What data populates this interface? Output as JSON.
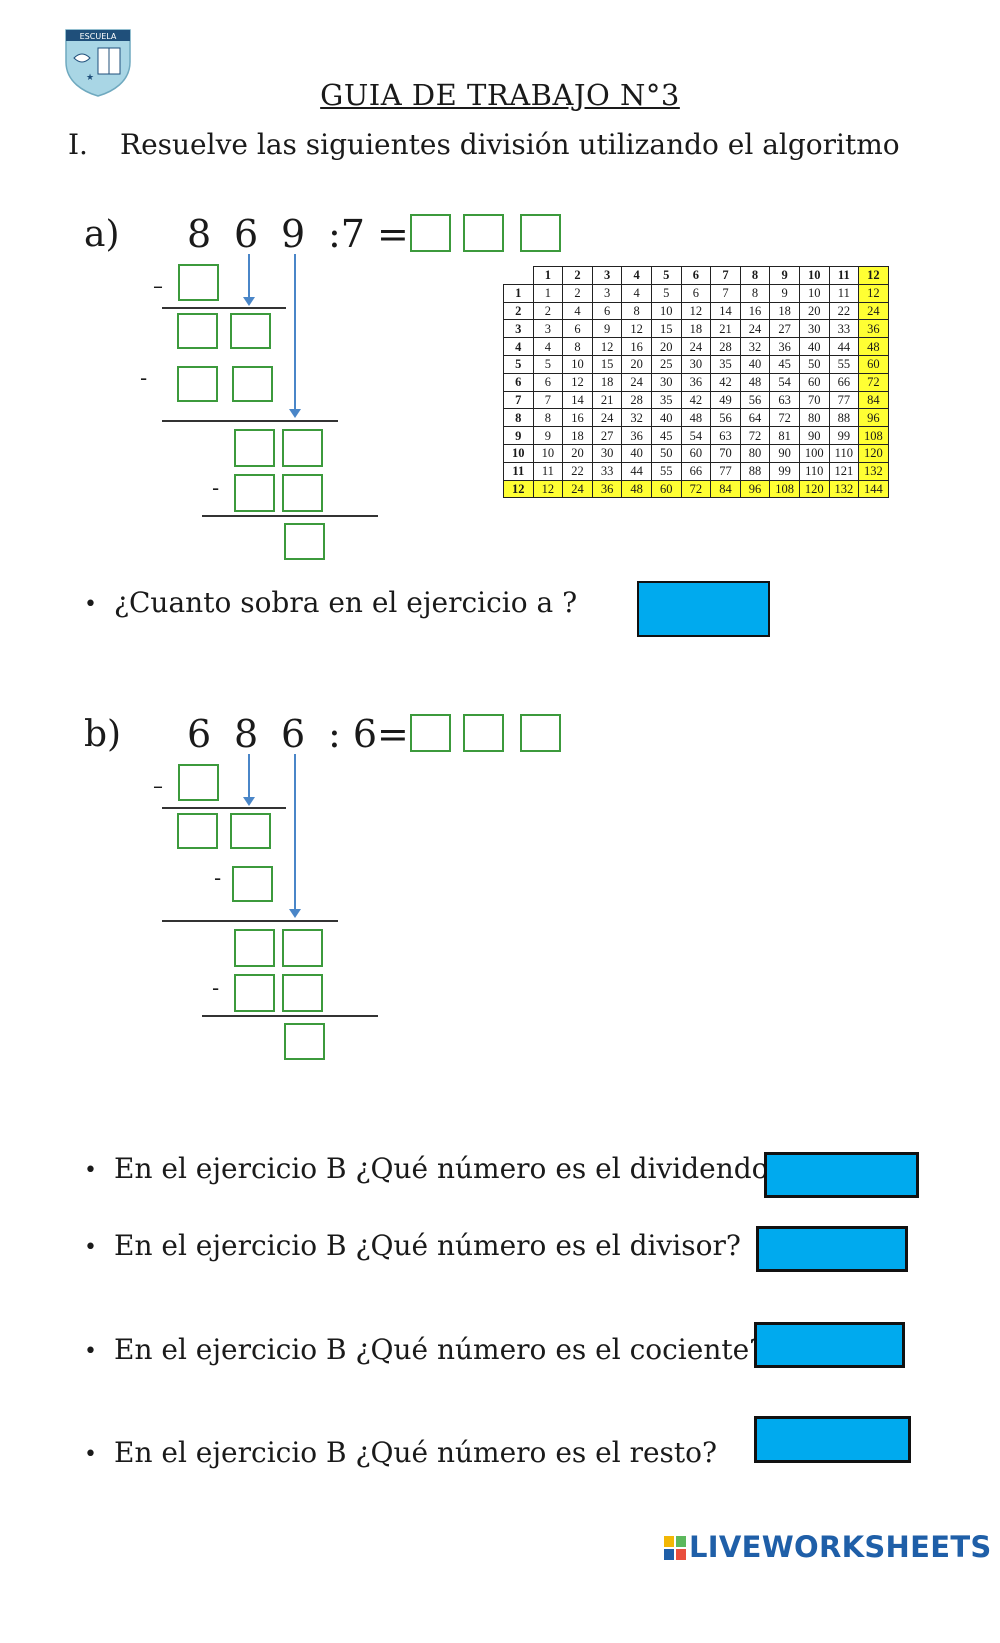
{
  "header": {
    "logo_text": "ESCUELA",
    "title": "GUIA DE TRABAJO N°3",
    "instruction_number": "I.",
    "instruction_text": "Resuelve las siguientes  división utilizando el algoritmo"
  },
  "exercise_a": {
    "label": "a)",
    "digits": [
      "8",
      "6",
      "9"
    ],
    "operator": ":7 ="
  },
  "exercise_b": {
    "label": "b)",
    "digits": [
      "6",
      "8",
      "6"
    ],
    "operator": ": 6="
  },
  "multiplication_table": {
    "header": [
      "1",
      "2",
      "3",
      "4",
      "5",
      "6",
      "7",
      "8",
      "9",
      "10",
      "11",
      "12"
    ],
    "rows": [
      [
        "1",
        "1",
        "2",
        "3",
        "4",
        "5",
        "6",
        "7",
        "8",
        "9",
        "10",
        "11",
        "12"
      ],
      [
        "2",
        "2",
        "4",
        "6",
        "8",
        "10",
        "12",
        "14",
        "16",
        "18",
        "20",
        "22",
        "24"
      ],
      [
        "3",
        "3",
        "6",
        "9",
        "12",
        "15",
        "18",
        "21",
        "24",
        "27",
        "30",
        "33",
        "36"
      ],
      [
        "4",
        "4",
        "8",
        "12",
        "16",
        "20",
        "24",
        "28",
        "32",
        "36",
        "40",
        "44",
        "48"
      ],
      [
        "5",
        "5",
        "10",
        "15",
        "20",
        "25",
        "30",
        "35",
        "40",
        "45",
        "50",
        "55",
        "60"
      ],
      [
        "6",
        "6",
        "12",
        "18",
        "24",
        "30",
        "36",
        "42",
        "48",
        "54",
        "60",
        "66",
        "72"
      ],
      [
        "7",
        "7",
        "14",
        "21",
        "28",
        "35",
        "42",
        "49",
        "56",
        "63",
        "70",
        "77",
        "84"
      ],
      [
        "8",
        "8",
        "16",
        "24",
        "32",
        "40",
        "48",
        "56",
        "64",
        "72",
        "80",
        "88",
        "96"
      ],
      [
        "9",
        "9",
        "18",
        "27",
        "36",
        "45",
        "54",
        "63",
        "72",
        "81",
        "90",
        "99",
        "108"
      ],
      [
        "10",
        "10",
        "20",
        "30",
        "40",
        "50",
        "60",
        "70",
        "80",
        "90",
        "100",
        "110",
        "120"
      ],
      [
        "11",
        "11",
        "22",
        "33",
        "44",
        "55",
        "66",
        "77",
        "88",
        "99",
        "110",
        "121",
        "132"
      ],
      [
        "12",
        "12",
        "24",
        "36",
        "48",
        "60",
        "72",
        "84",
        "96",
        "108",
        "120",
        "132",
        "144"
      ]
    ],
    "highlight_color": "#ffff33"
  },
  "questions": {
    "q_a_remainder": "¿Cuanto sobra en el ejercicio a ?",
    "q_b_dividend": "En el ejercicio B ¿Qué número es el dividendo?",
    "q_b_divisor": "En el ejercicio B ¿Qué número es el divisor?",
    "q_b_quotient": "En el ejercicio B ¿Qué número es el cociente?",
    "q_b_remainder": "En el ejercicio B ¿Qué número es el resto?",
    "bullet": "•"
  },
  "colors": {
    "answer_box": "#00aaee",
    "input_border": "#3c9a3c",
    "arrow": "#4a86c8",
    "brand": "#1f5fa8"
  },
  "footer": {
    "brand": "LIVEWORKSHEETS"
  }
}
